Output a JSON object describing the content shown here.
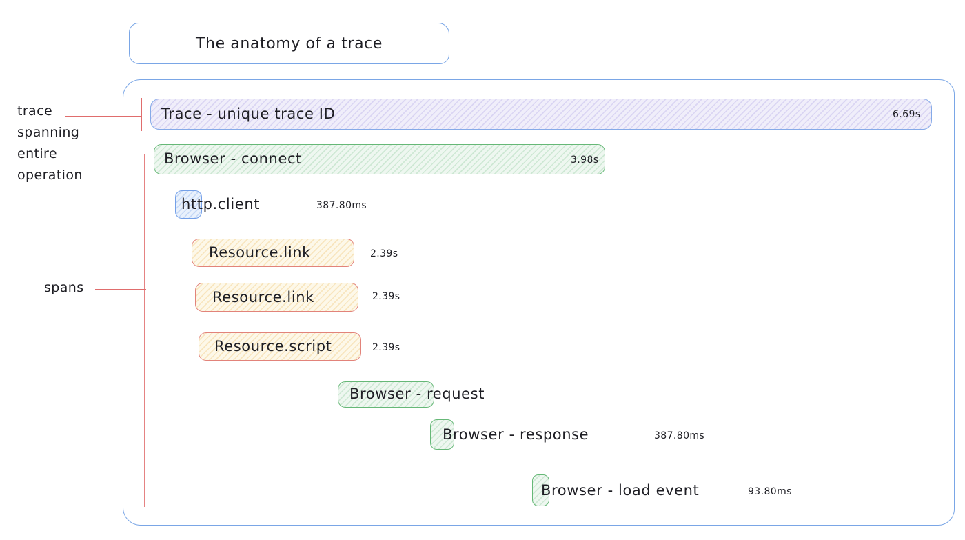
{
  "title": {
    "text": "The anatomy of a trace"
  },
  "annotations": {
    "trace_label": "trace spanning entire operation",
    "spans_label": "spans"
  },
  "spans": [
    {
      "label": "Trace - unique trace ID",
      "duration": "6.69s",
      "color": "purple"
    },
    {
      "label": "Browser - connect",
      "duration": "3.98s",
      "color": "green"
    },
    {
      "label": "http.client",
      "duration": "387.80ms",
      "color": "blue"
    },
    {
      "label": "Resource.link",
      "duration": "2.39s",
      "color": "yellow"
    },
    {
      "label": "Resource.link",
      "duration": "2.39s",
      "color": "yellow"
    },
    {
      "label": "Resource.script",
      "duration": "2.39s",
      "color": "yellow"
    },
    {
      "label": "Browser - request",
      "duration": "",
      "color": "green"
    },
    {
      "label": "Browser - response",
      "duration": "387.80ms",
      "color": "green"
    },
    {
      "label": "Browser - load event",
      "duration": "93.80ms",
      "color": "green"
    }
  ],
  "colors": {
    "purple_border": "#85aae8",
    "green_border": "#66b877",
    "blue_border": "#74a0e8",
    "yellow_border": "#e2837a",
    "container_border": "#7aa6e6",
    "annotation_line": "#e06d6d",
    "text": "#1e1e24"
  }
}
